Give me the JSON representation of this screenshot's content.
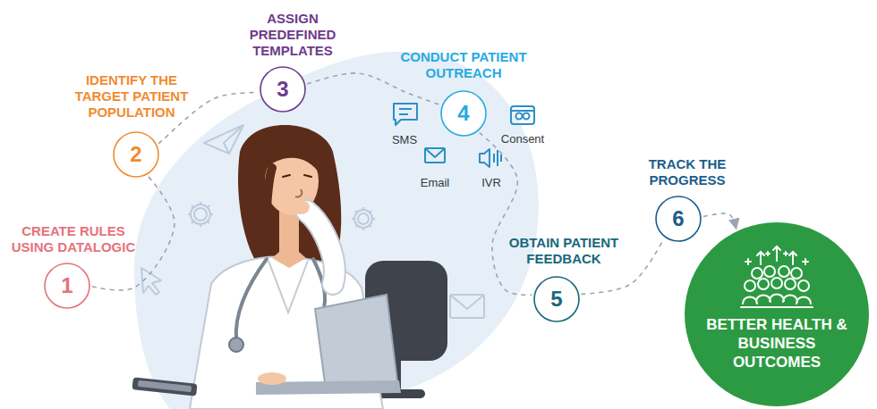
{
  "diagram": {
    "nodes": [
      {
        "text": [
          "CREATE RULES USING DATALOGIC",
          "1"
        ]
      },
      {
        "text": [
          "IDENTIFY THE TARGET PATIENT POPULATION",
          "2"
        ]
      },
      {
        "text": [
          "ASSIGN PREDEFINED TEMPLATES",
          "3"
        ]
      },
      {
        "text": [
          "CONDUCT PATIENT OUTREACH",
          "4"
        ]
      },
      {
        "text": [
          "OBTAIN PATIENT FEEDBACK",
          "5"
        ]
      },
      {
        "text": [
          "TRACK THE PROGRESS",
          "6"
        ]
      },
      {
        "text": [
          "BETTER HEALTH & BUSINESS OUTCOMES"
        ]
      }
    ],
    "edges": [
      {
        "from": 0,
        "to": 1,
        "arrow": "none"
      },
      {
        "from": 1,
        "to": 2,
        "arrow": "none"
      },
      {
        "from": 2,
        "to": 3,
        "arrow": "none"
      },
      {
        "from": 3,
        "to": 4,
        "arrow": "none"
      },
      {
        "from": 4,
        "to": 5,
        "arrow": "none"
      },
      {
        "from": 5,
        "to": 6,
        "arrow": "to"
      }
    ],
    "labels": [
      "SMS",
      "Email",
      "IVR",
      "Consent"
    ]
  }
}
